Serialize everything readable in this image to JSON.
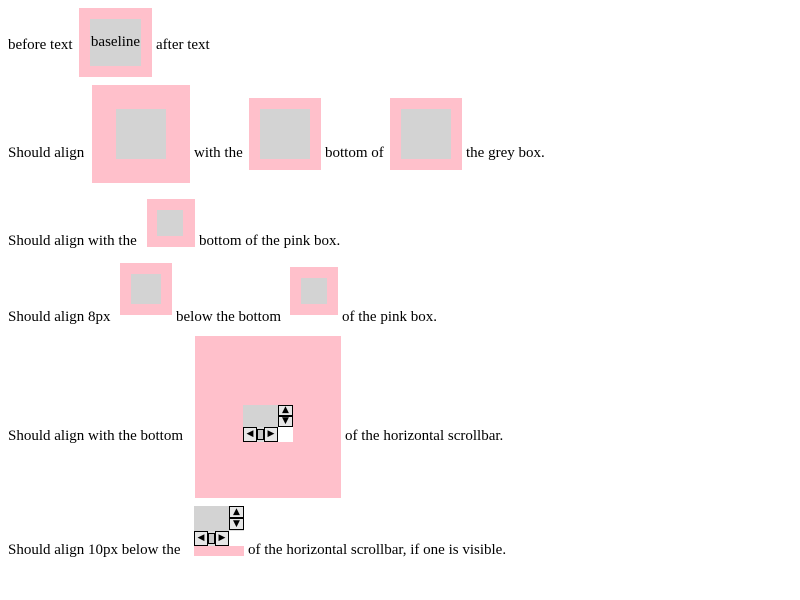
{
  "row1": {
    "before": "before text",
    "inner": "baseline",
    "after": "after text"
  },
  "row2": {
    "part1": "Should align",
    "part2": "with the",
    "part3": "bottom of",
    "part4": "the grey box."
  },
  "row3": {
    "part1": "Should align with the",
    "part2": "bottom of the pink box."
  },
  "row4": {
    "part1": "Should align 8px",
    "part2": "below the bottom",
    "part3": "of the pink box."
  },
  "row5": {
    "part1": "Should align with the bottom",
    "part2": "of the horizontal scrollbar."
  },
  "row6": {
    "part1": "Should align 10px below the",
    "part2": "of the horizontal scrollbar, if one is visible."
  },
  "icons": {
    "up": "▲",
    "down": "▼",
    "left": "◀",
    "right": "▶"
  },
  "colors": {
    "pink": "#ffc0cb",
    "grey": "#d3d3d3"
  }
}
